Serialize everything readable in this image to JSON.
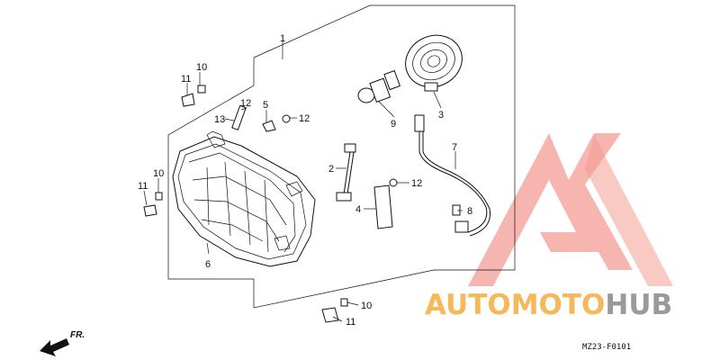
{
  "diagram": {
    "callouts": {
      "c1": "1",
      "c2": "2",
      "c3": "3",
      "c4": "4",
      "c5": "5",
      "c6": "6",
      "c7": "7",
      "c8": "8",
      "c9": "9",
      "c10a": "10",
      "c10b": "10",
      "c10c": "10",
      "c11a": "11",
      "c11b": "11",
      "c11c": "11",
      "c12a": "12",
      "c12b": "12",
      "c12c": "12",
      "c13": "13"
    },
    "direction_label": "FR.",
    "drawing_code": "MZ23-F0101"
  },
  "watermark": {
    "brand_part1": "AUTOMOTO",
    "brand_part2": "HUB",
    "colors": {
      "triangle": "#f28b82",
      "orange": "#f5b85a",
      "gray": "#9a9a9a"
    }
  }
}
